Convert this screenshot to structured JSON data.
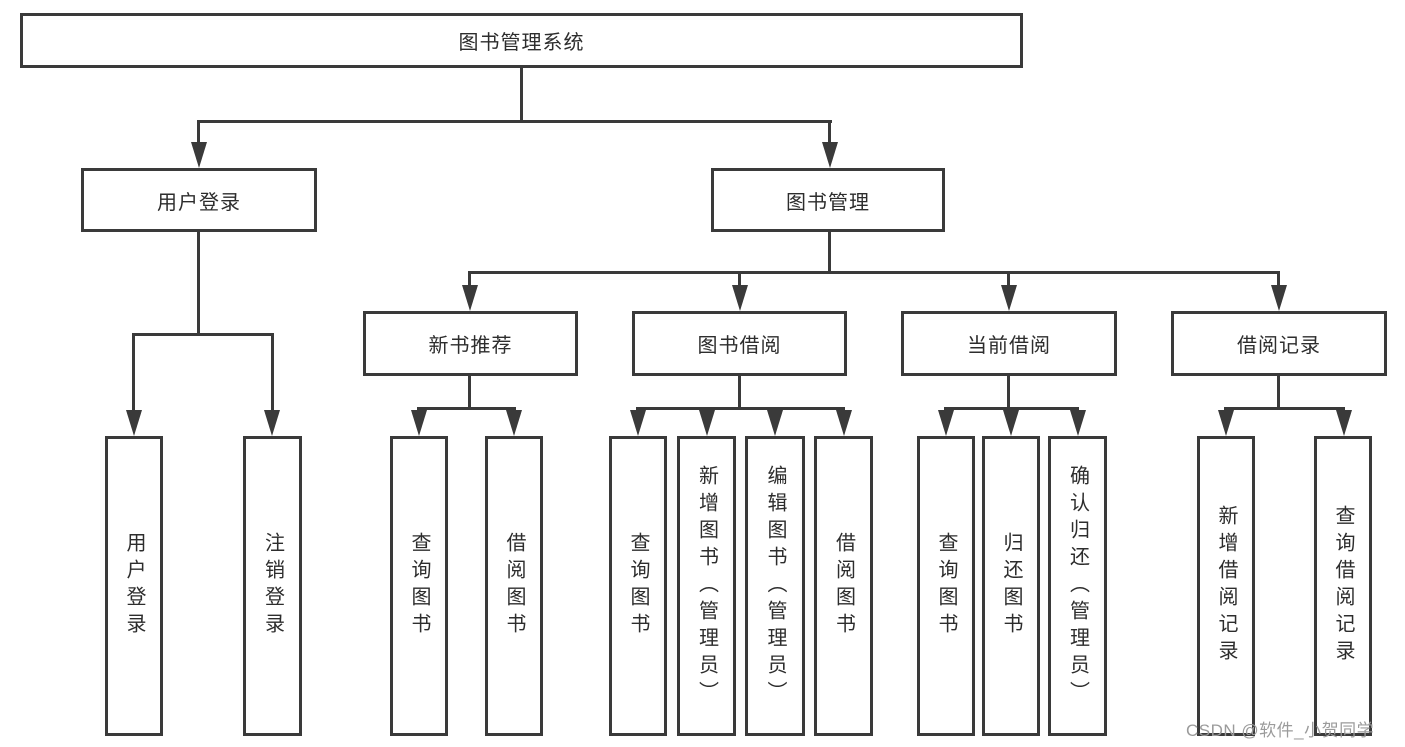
{
  "colors": {
    "line": "#3a3a3a",
    "box_border": "#3a3a3a",
    "text": "#2d2d2d",
    "watermark": "#9b9b9b",
    "background": "#ffffff"
  },
  "nodes": {
    "root": "图书管理系统",
    "user_login": "用户登录",
    "book_mgmt": "图书管理",
    "new_book_rec": "新书推荐",
    "book_borrow": "图书借阅",
    "current_borrow": "当前借阅",
    "borrow_records": "借阅记录",
    "leaf_user_login": "用户登录",
    "leaf_logout": "注销登录",
    "leaf_query_book_rec": "查询图书",
    "leaf_borrow_book_rec": "借阅图书",
    "leaf_query_book_borrow": "查询图书",
    "leaf_add_book_admin": "新增图书（管理员）",
    "leaf_edit_book_admin": "编辑图书（管理员）",
    "leaf_borrow_book_borrow": "借阅图书",
    "leaf_query_book_current": "查询图书",
    "leaf_return_book": "归还图书",
    "leaf_confirm_return_admin": "确认归还（管理员）",
    "leaf_add_borrow_record": "新增借阅记录",
    "leaf_query_borrow_record": "查询借阅记录"
  },
  "watermark": "CSDN @软件_小贺同学"
}
